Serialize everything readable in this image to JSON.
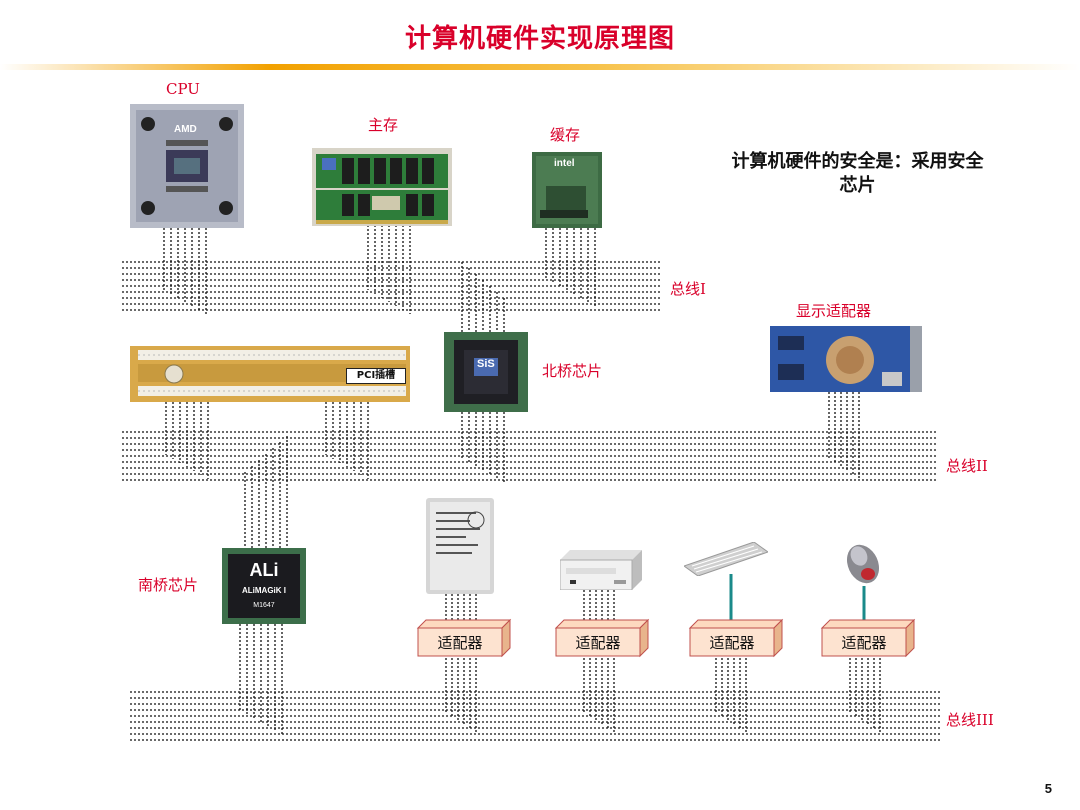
{
  "title": "计算机硬件实现原理图",
  "labels": {
    "cpu": "CPU",
    "main_memory": "主存",
    "cache": "缓存",
    "bus1": "总线I",
    "bus2": "总线II",
    "bus3": "总线III",
    "north_bridge": "北桥芯片",
    "south_bridge": "南桥芯片",
    "display_adapter": "显示适配器"
  },
  "note": "计算机硬件的安全是：采用安全芯片",
  "adapters": [
    "适配器",
    "适配器",
    "适配器",
    "适配器"
  ],
  "chip_text": {
    "cpu_brand": "AMD",
    "cache_brand": "intel",
    "north_chip": "SiS",
    "south_chip_logo": "ALi",
    "south_chip_name": "ALiMAGiK I",
    "south_chip_model": "M1647",
    "pci_slot": "PCI插槽"
  },
  "page_number": "5",
  "colors": {
    "title": "#d9002a",
    "label": "#d9002a",
    "rule_orange": "#f2a100",
    "adapter_fill": "#fde3d0",
    "cable": "#1a8a8a"
  },
  "icons": [
    "cpu-chip-icon",
    "ram-module-icon",
    "cache-chip-icon",
    "pci-slot-icon",
    "north-bridge-chip-icon",
    "graphics-card-icon",
    "south-bridge-chip-icon",
    "hard-disk-icon",
    "cdrom-drive-icon",
    "keyboard-icon",
    "mouse-icon"
  ]
}
